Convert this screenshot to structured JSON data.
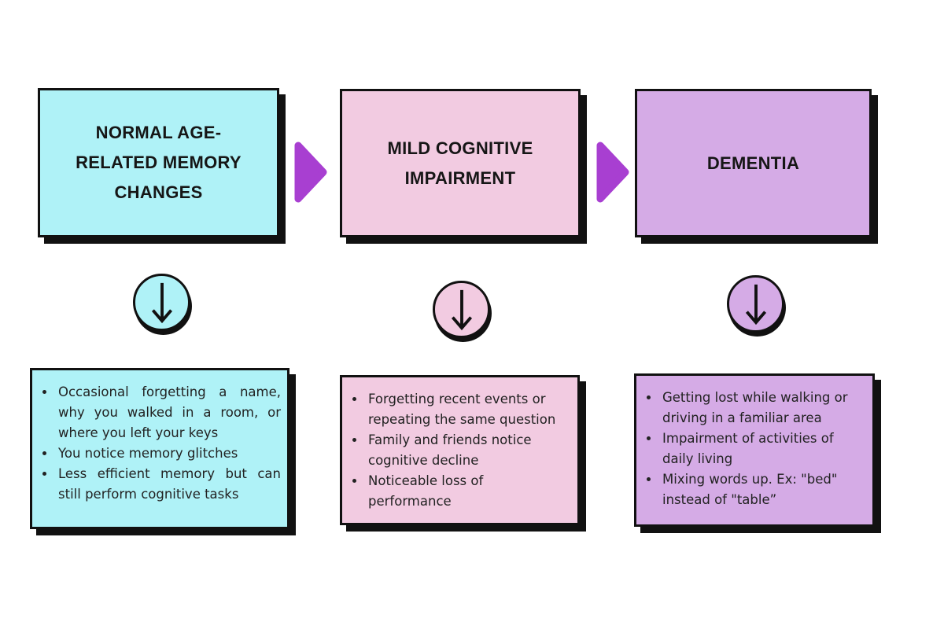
{
  "colors": {
    "stage_cyan": "#aff2f7",
    "stage_pink": "#f2cbe1",
    "stage_purple": "#d5abe6",
    "flow_arrow": "#a83fd1",
    "outline_ink": "#111111",
    "background": "#ffffff"
  },
  "icons": {
    "right_arrow": "right-arrow-icon",
    "down_arrow": "down-arrow-icon"
  },
  "stages": [
    {
      "title": "NORMAL AGE-RELATED MEMORY CHANGES",
      "color": "#aff2f7",
      "bullets": [
        "Occasional forgetting a name, why you walked in a room, or where you left your keys",
        "You notice memory glitches",
        "Less efficient memory but can still perform cognitive tasks"
      ]
    },
    {
      "title": "MILD COGNITIVE IMPAIRMENT",
      "color": "#f2cbe1",
      "bullets": [
        "Forgetting recent events or repeating the same question",
        "Family and friends notice cognitive decline",
        "Noticeable loss of performance"
      ]
    },
    {
      "title": "DEMENTIA",
      "color": "#d5abe6",
      "bullets": [
        "Getting lost while walking or driving in a familiar area",
        "Impairment of activities of daily living",
        "Mixing words up. Ex: \"bed\" instead of \"table”"
      ]
    }
  ]
}
